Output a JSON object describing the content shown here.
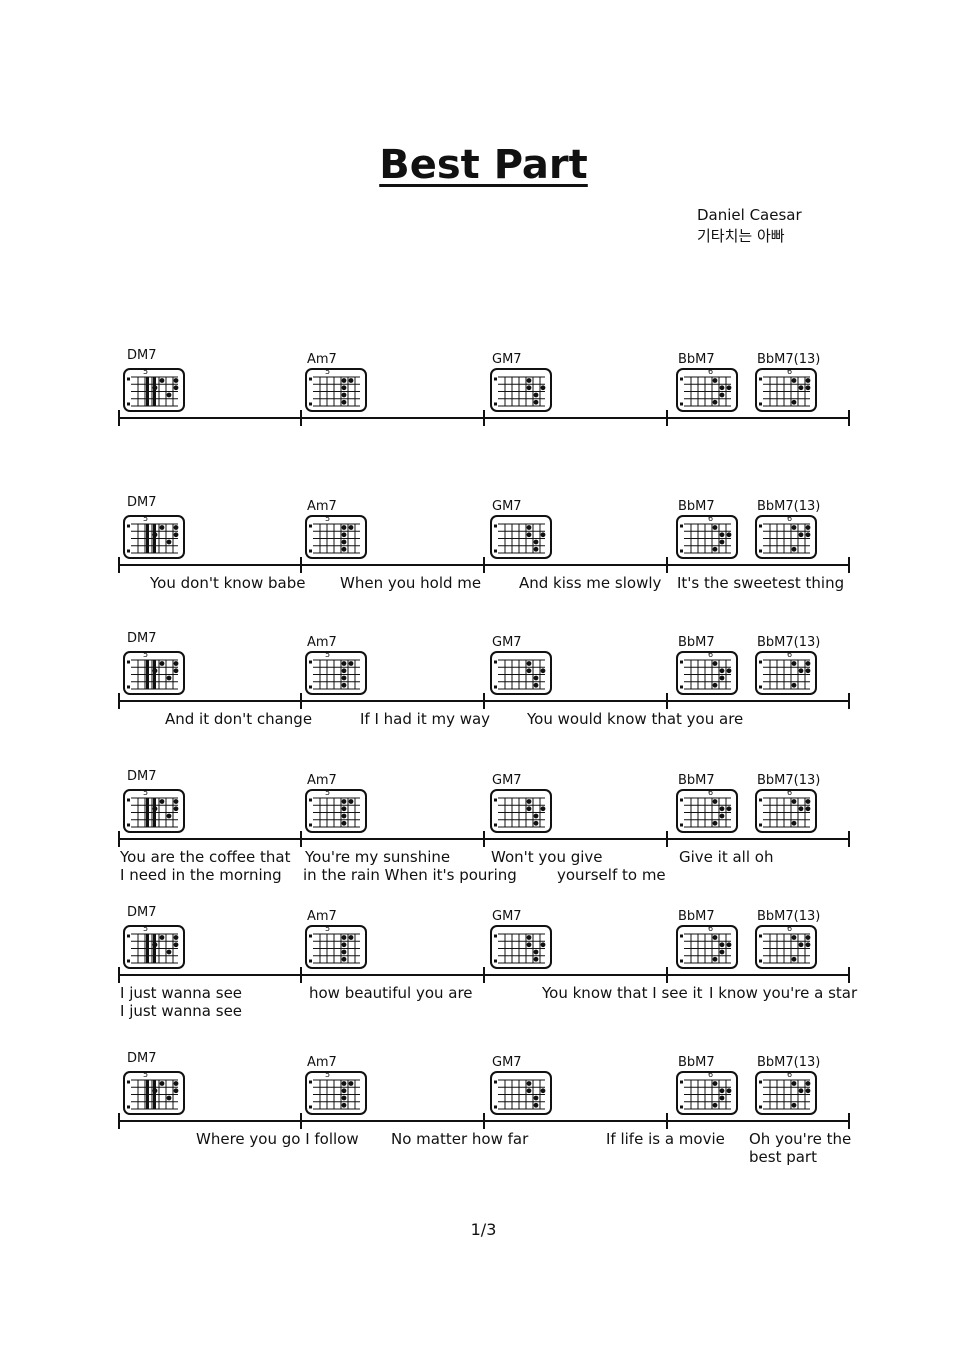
{
  "title": "Best Part",
  "artist": "Daniel Caesar",
  "arranger": "기타치는 아빠",
  "page_number": "1/3",
  "chord_diagrams": {
    "DM7": {
      "fret": "5"
    },
    "Am7": {
      "fret": "5"
    },
    "GM7": {
      "fret": ""
    },
    "BbM7": {
      "fret": "6"
    },
    "BbM7(13)": {
      "fret": "6"
    }
  },
  "systems": [
    {
      "chords": [
        "DM7",
        "Am7",
        "GM7",
        "BbM7",
        "BbM7(13)"
      ],
      "lyrics": []
    },
    {
      "chords": [
        "DM7",
        "Am7",
        "GM7",
        "BbM7",
        "BbM7(13)"
      ],
      "lyrics": [
        "You don't know babe",
        "When you hold me",
        "And kiss me slowly",
        "It's the sweetest thing"
      ]
    },
    {
      "chords": [
        "DM7",
        "Am7",
        "GM7",
        "BbM7",
        "BbM7(13)"
      ],
      "lyrics": [
        "And it don't change",
        "If I had it my way",
        "You would know that you are"
      ]
    },
    {
      "chords": [
        "DM7",
        "Am7",
        "GM7",
        "BbM7",
        "BbM7(13)"
      ],
      "lyrics": [
        "You are the coffee that",
        "I need in the morning",
        "You're my sunshine",
        "in the rain When it's pouring",
        "Won't you give",
        "yourself to me",
        "Give it all oh"
      ]
    },
    {
      "chords": [
        "DM7",
        "Am7",
        "GM7",
        "BbM7",
        "BbM7(13)"
      ],
      "lyrics": [
        "I just wanna see",
        "I just wanna see",
        "how beautiful you are",
        "You know that I see it",
        "I know you're a star"
      ]
    },
    {
      "chords": [
        "DM7",
        "Am7",
        "GM7",
        "BbM7",
        "BbM7(13)"
      ],
      "lyrics": [
        "Where you go I follow",
        "No matter how far",
        "If life is a movie",
        "Oh you're the",
        "best part"
      ]
    }
  ]
}
